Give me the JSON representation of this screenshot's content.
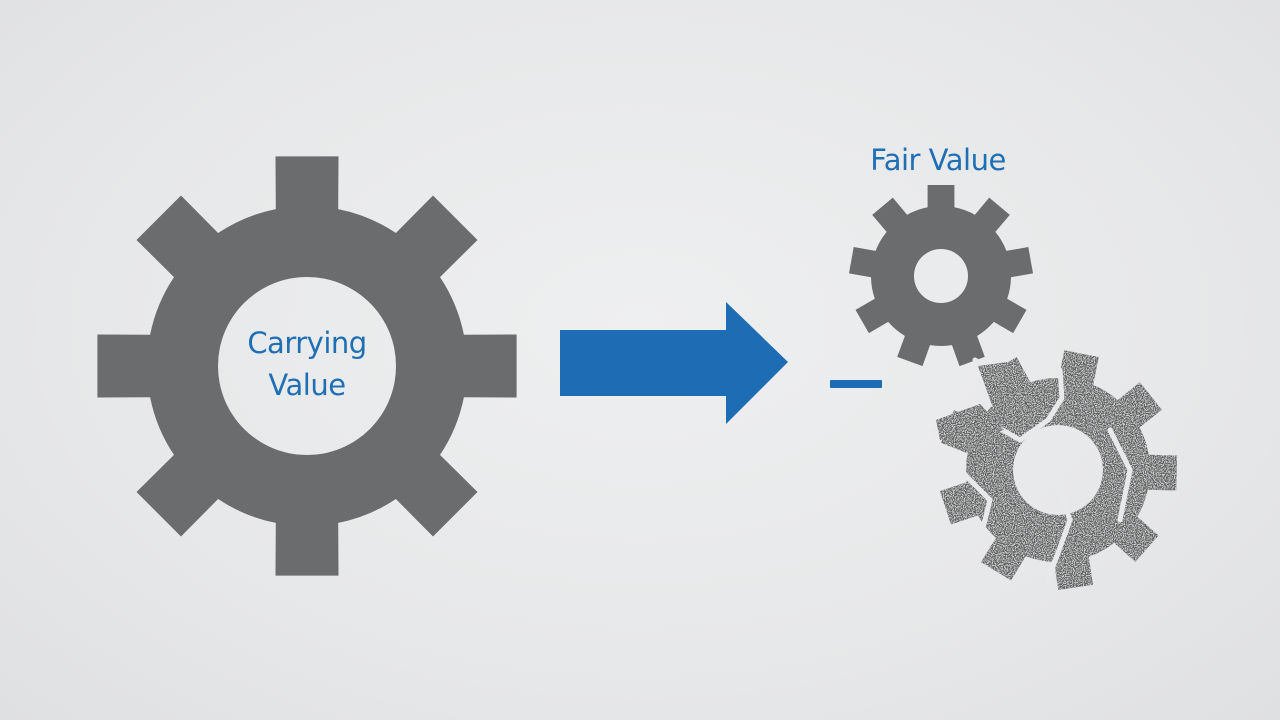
{
  "carrying_value": {
    "line1": "Carrying",
    "line2": "Value"
  },
  "fair_value": {
    "label": "Fair Value"
  },
  "colors": {
    "gear": "#6b6c6d",
    "accent_blue": "#1e6db4",
    "text_blue": "#1f6fb5",
    "background": "#e8e9ea",
    "broken_gear_dark": "#5e5f60",
    "broken_gear_speckle": "#9a9b9c"
  },
  "icons": [
    "large-gear-icon",
    "small-gear-icon",
    "broken-gear-icon",
    "right-arrow-icon",
    "minus-icon"
  ]
}
